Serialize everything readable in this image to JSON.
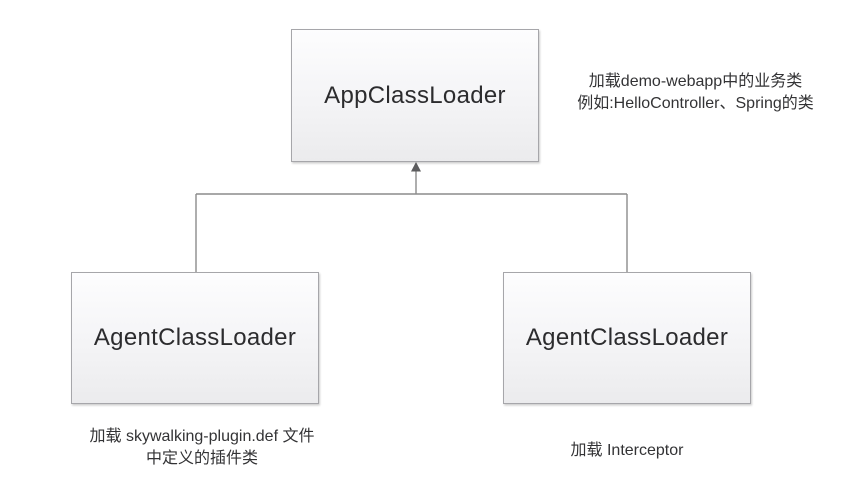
{
  "diagram": {
    "nodes": {
      "app": {
        "label": "AppClassLoader"
      },
      "agent_left": {
        "label": "AgentClassLoader"
      },
      "agent_right": {
        "label": "AgentClassLoader"
      }
    },
    "annotations": {
      "app_note": {
        "line1": "加载demo-webapp中的业务类",
        "line2": "例如:HelloController、Spring的类"
      },
      "agent_left_note": {
        "line1": "加载 skywalking-plugin.def 文件",
        "line2": "中定义的插件类"
      },
      "agent_right_note": {
        "line1": "加载 Interceptor"
      }
    },
    "colors": {
      "background": "#ffffff",
      "box_fill_top": "#fdfdfe",
      "box_fill_bottom": "#ebebed",
      "box_border": "#a6a6aa",
      "line": "#8c8c8c",
      "arrow": "#5c5c5e",
      "text": "#333335",
      "label_text": "#2c2c2e"
    }
  }
}
